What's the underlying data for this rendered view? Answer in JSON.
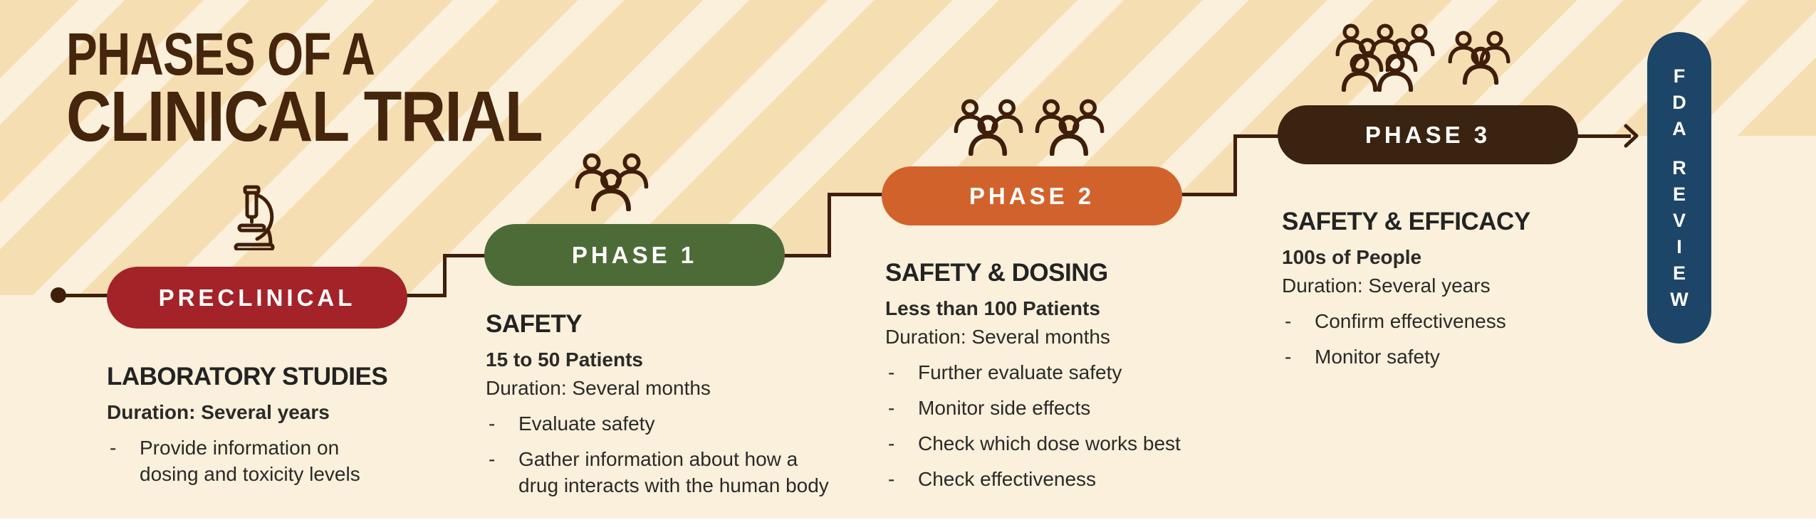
{
  "title": {
    "line1": "PHASES OF A",
    "line2": "CLINICAL TRIAL"
  },
  "colors": {
    "background": "#FAF0DB",
    "stripe_tan": "#F6DEB3",
    "title_brown": "#46250D",
    "line_brown": "#3F1E0A",
    "text_dark": "#2B2A28",
    "preclinical_red": "#A32329",
    "phase1_green": "#4D6B37",
    "phase2_orange": "#D2622B",
    "phase3_brown": "#3A2310",
    "fda_blue": "#1D4568"
  },
  "phases": [
    {
      "key": "preclinical",
      "pill_label": "PRECLINICAL",
      "heading": "LABORATORY STUDIES",
      "bold_line": "Duration: Several years",
      "bullets": [
        "Provide information on dosing and toxicity levels"
      ],
      "icon": "microscope-icon",
      "people_count": 0
    },
    {
      "key": "phase1",
      "pill_label": "PHASE 1",
      "heading": "SAFETY",
      "bold_line": "15 to 50 Patients",
      "regular_line": "Duration: Several months",
      "bullets": [
        "Evaluate safety",
        "Gather information about how a drug interacts with the human body"
      ],
      "icon": "people-group-icon",
      "people_count": 3
    },
    {
      "key": "phase2",
      "pill_label": "PHASE 2",
      "heading": "SAFETY & DOSING",
      "bold_line": "Less than 100 Patients",
      "regular_line": "Duration: Several months",
      "bullets": [
        "Further evaluate safety",
        "Monitor side effects",
        "Check which dose works best",
        "Check effectiveness"
      ],
      "icon": "people-group-icon",
      "people_count": 6
    },
    {
      "key": "phase3",
      "pill_label": "PHASE 3",
      "heading": "SAFETY & EFFICACY",
      "bold_line": "100s of People",
      "regular_line": "Duration: Several years",
      "bullets": [
        "Confirm effectiveness",
        "Monitor safety"
      ],
      "icon": "people-group-icon",
      "people_count": 10
    }
  ],
  "fda": {
    "label": "FDA REVIEW",
    "letters_top": [
      "F",
      "D",
      "A"
    ],
    "letters_bottom": [
      "R",
      "E",
      "V",
      "I",
      "E",
      "W"
    ],
    "dash": "-"
  }
}
